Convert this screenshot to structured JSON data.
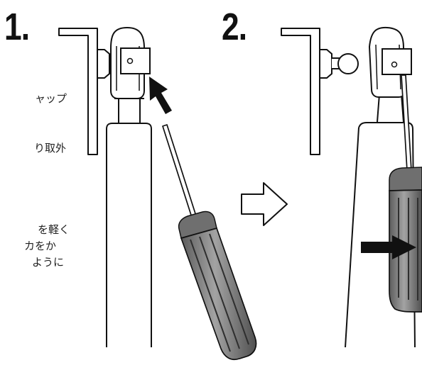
{
  "steps": {
    "step1": "1.",
    "step2": "2."
  },
  "notes": [
    "ャップ",
    "り取外",
    "を軽く",
    "カをか",
    "ように"
  ],
  "colors": {
    "line": "#111111",
    "arrow_fill": "#111111",
    "handle_fill": "#7b7b7b",
    "handle_dark": "#4a4a4a",
    "outline": "#222222",
    "background": "#ffffff"
  },
  "icons": {
    "next_step_arrow": "outline-right-arrow-icon",
    "push_arrow": "filled-arrow-icon"
  }
}
